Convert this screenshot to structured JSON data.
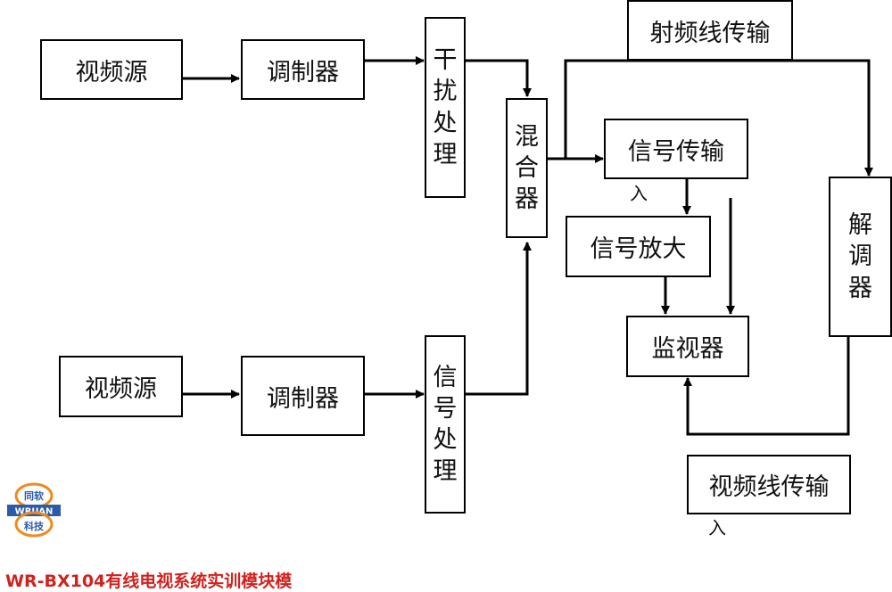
{
  "boxes": {
    "source_1": "视频源",
    "modulator_1": "调制器",
    "interference": "干扰处理",
    "mixer": "混合器",
    "source_2": "视频源",
    "modulator_2": "调制器",
    "signal_proc": "信号处理",
    "rf_transmission": "射频线传输",
    "signal_transmission": "信号传输",
    "signal_amplifier": "信号放大",
    "demodulator": "解调器",
    "monitor": "监视器",
    "video_transmission": "视频线传输"
  },
  "notes": {
    "input_1": "入",
    "input_2": "入"
  },
  "logo": {
    "top_text": "同软",
    "middle_text": "WRUAN",
    "bottom_text": "科技",
    "colors": {
      "orange": "#f08a1c",
      "blue": "#2a5aa8",
      "red": "#d0221e"
    }
  },
  "footer": {
    "title": "WR-BX104有线电视系统实训模块模"
  }
}
